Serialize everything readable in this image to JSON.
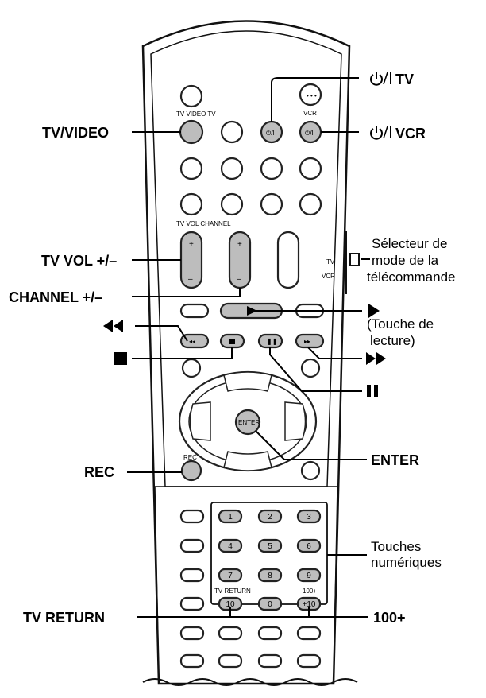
{
  "labels": {
    "power_tv": "TV",
    "power_vcr": "VCR",
    "tv_video": "TV/VIDEO",
    "selector_1": "Sélecteur de",
    "selector_2": "mode de la",
    "selector_3": "télécommande",
    "tv_vol": "TV VOL +/–",
    "channel": "CHANNEL +/–",
    "play_1": "(Touche de",
    "play_2": "lecture)",
    "enter": "ENTER",
    "rec": "REC",
    "numeric_1": "Touches",
    "numeric_2": "numériques",
    "tv_return": "TV RETURN",
    "hundred_plus": "100+"
  },
  "remote": {
    "tv_video_text": "TV VIDEO TV",
    "vcr_text": "VCR",
    "vol_channel_text": "TV VOL CHANNEL",
    "switch_tv": "TV",
    "switch_vcr": "VCR",
    "rec_text": "REC",
    "enter_text": "ENTER",
    "tv_return_text": "TV RETURN",
    "hundred_text": "100+",
    "digits": [
      "1",
      "2",
      "3",
      "4",
      "5",
      "6",
      "7",
      "8",
      "9"
    ],
    "bottom_keys": [
      "10",
      "0",
      "+10"
    ],
    "plus": "+",
    "minus": "–"
  },
  "icons": [
    "power-icon",
    "rewind-icon",
    "stop-icon",
    "play-icon",
    "pause-icon",
    "fast-forward-icon"
  ]
}
